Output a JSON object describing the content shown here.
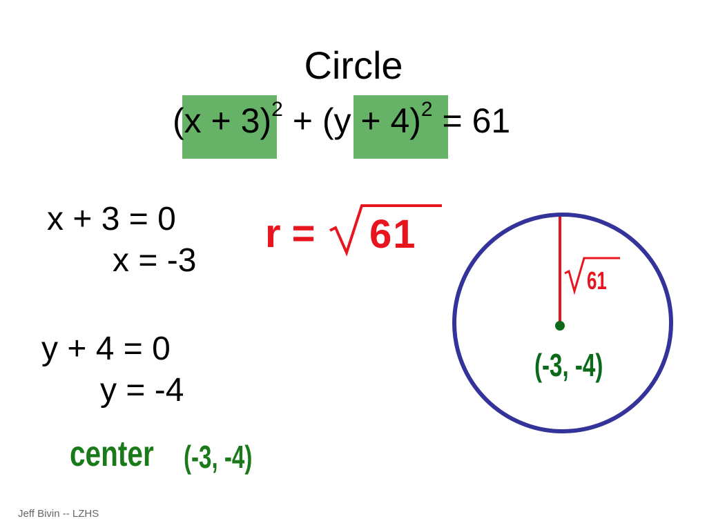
{
  "slide": {
    "title": "Circle",
    "equation": {
      "x_term": "x + 3",
      "y_term": "y + 4",
      "exponent": "2",
      "plus": "+",
      "rhs": "= 61"
    },
    "work": {
      "x_eq": "x + 3 = 0",
      "x_sol": "x = -3",
      "y_eq": "y + 4 = 0",
      "y_sol": "y = -4"
    },
    "radius": {
      "label": "r =",
      "value": "61"
    },
    "center": {
      "label": "center",
      "value": "(-3, -4)"
    },
    "diagram": {
      "radius_label": "61",
      "point_label": "(-3, -4)"
    },
    "footer": "Jeff Bivin -- LZHS"
  },
  "colors": {
    "highlight": "#66b266",
    "radius_red": "#e8141e",
    "circle_blue": "#333399",
    "center_green": "#1a7a1a",
    "point_green": "#0a6a1a"
  }
}
